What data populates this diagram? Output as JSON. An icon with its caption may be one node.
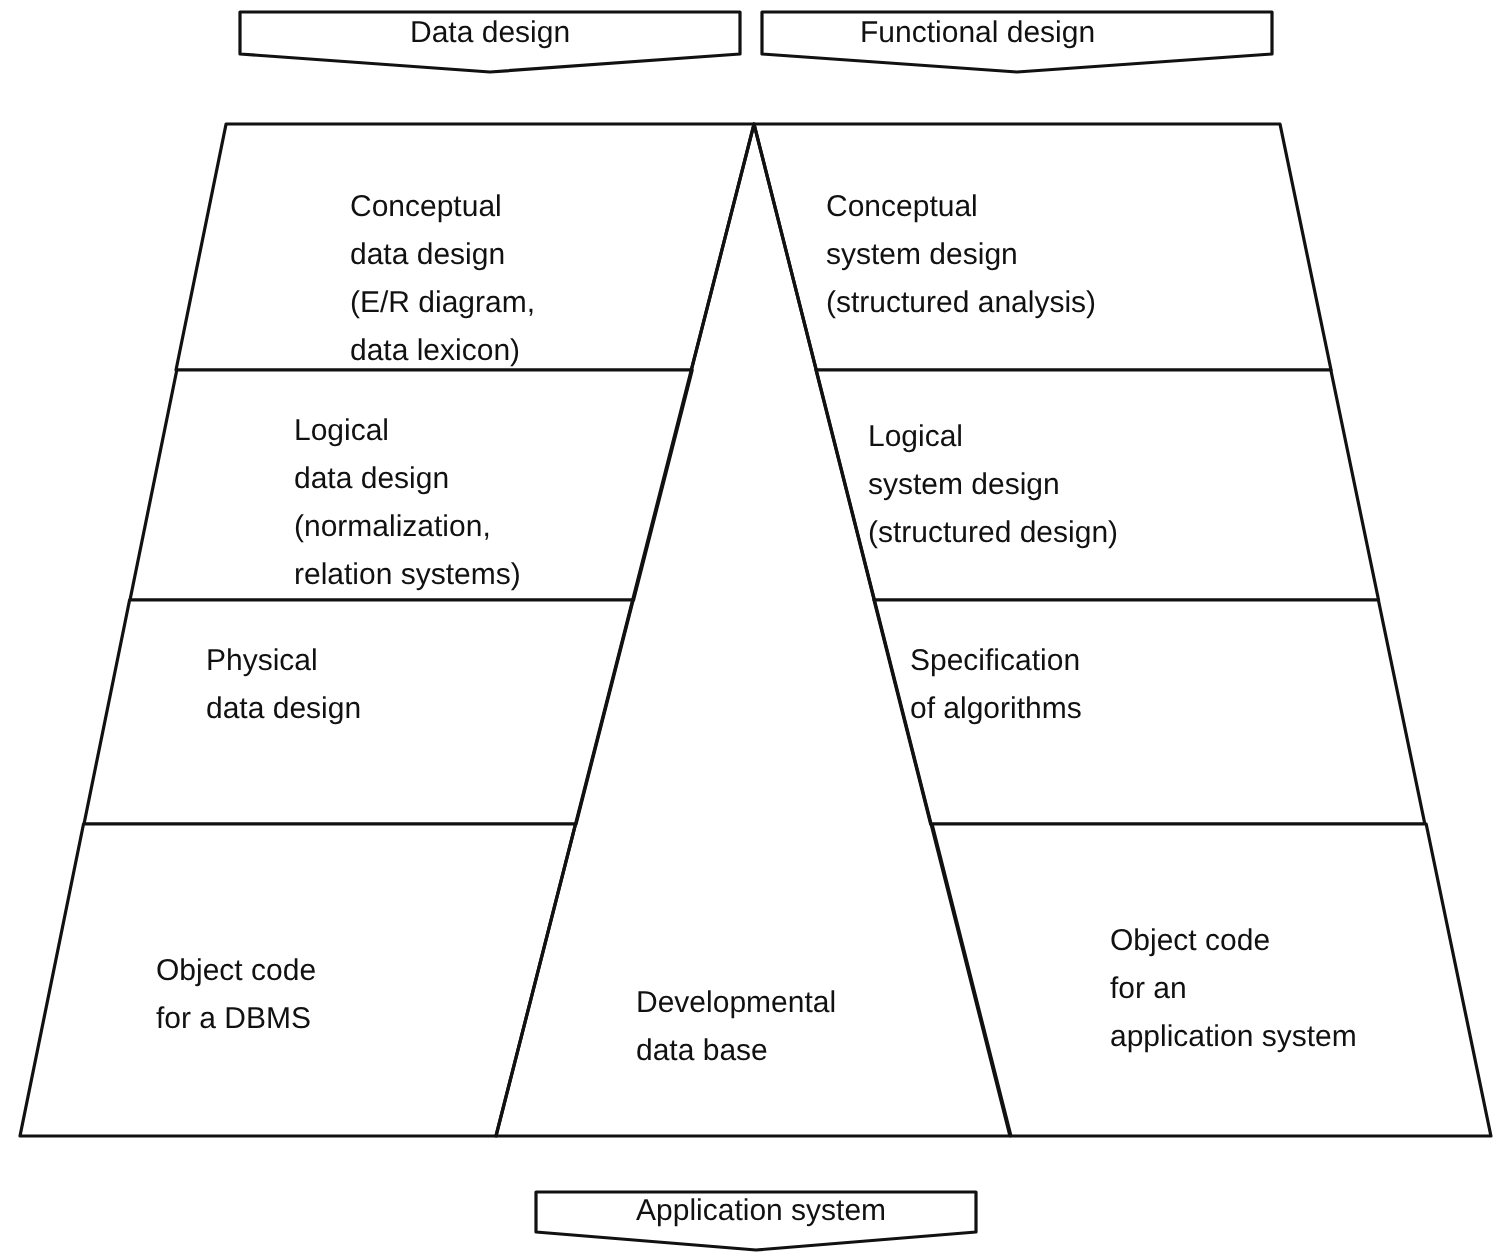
{
  "diagram": {
    "nodes": [
      {
        "text": [
          "Data design"
        ]
      },
      {
        "text": [
          "Functional design"
        ]
      },
      {
        "text": [
          "Conceptual data design (E/R diagram, data lexicon)"
        ]
      },
      {
        "text": [
          "Conceptual system design (structured analysis)"
        ]
      },
      {
        "text": [
          "Logical data design (normalization, relation systems)"
        ]
      },
      {
        "text": [
          "Logical system design (structured design)"
        ]
      },
      {
        "text": [
          "Physical data design"
        ]
      },
      {
        "text": [
          "Specification of algorithms"
        ]
      },
      {
        "text": [
          "Object code for a DBMS"
        ]
      },
      {
        "text": [
          "Developmental data base"
        ]
      },
      {
        "text": [
          "Object code for an application system"
        ]
      },
      {
        "text": [
          "Application system"
        ]
      }
    ]
  }
}
